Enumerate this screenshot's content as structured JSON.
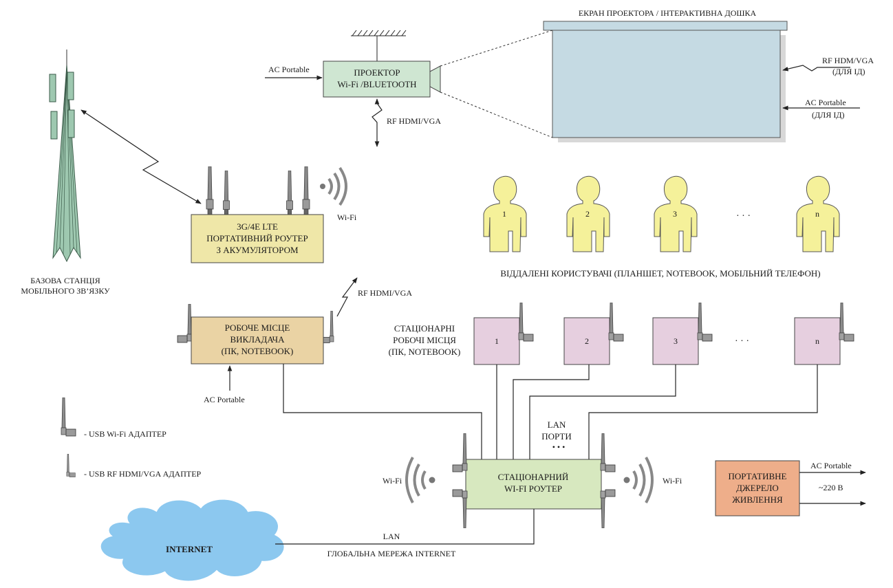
{
  "screen": {
    "title": "ЕКРАН  ПРОЕКТОРА / ІНТЕРАКТИВНА ДОШКА",
    "rf_label_1": "RF HDM/VGA",
    "rf_label_2": "(ДЛЯ ІД)",
    "ac_label_1": "AC Portable",
    "ac_label_2": "(ДЛЯ ІД)"
  },
  "projector": {
    "line1": "ПРОЕКТОР",
    "line2": "Wi-Fi /BLUETOOTH",
    "ac_input": "AC Portable",
    "rf_label": "RF HDMI/VGA"
  },
  "base_station": {
    "line1": "БАЗОВА СТАНЦІЯ",
    "line2": "МОБІЛЬНОГО ЗВ’ЯЗКУ"
  },
  "lte_router": {
    "line1": "3G/4E LTE",
    "line2": "ПОРТАТИВНИЙ РОУТЕР",
    "line3": "З АКУМУЛЯТОРОМ",
    "wifi": "Wi-Fi"
  },
  "remote_users": {
    "labels": [
      "1",
      "2",
      "3",
      "n"
    ],
    "dots": "·   ·   ·",
    "caption": "ВІДДАЛЕНІ КОРИСТУВАЧІ (ПЛАНШЕТ, NOTEBOOK, МОБІЛЬНИЙ ТЕЛЕФОН)"
  },
  "teacher": {
    "line1": "РОБОЧЕ МІСЦЕ",
    "line2": "ВИКЛАДАЧА",
    "line3": "(ПК, NOTEBOOK)",
    "rf_label": "RF HDMI/VGA",
    "ac_input": "AC Portable"
  },
  "stations": {
    "caption1": "СТАЦІОНАРНІ",
    "caption2": "РОБОЧІ МІСЦЯ",
    "caption3": "(ПК, NOTEBOOK)",
    "labels": [
      "1",
      "2",
      "3",
      "n"
    ],
    "dots": "·   ·   ·"
  },
  "legend": {
    "wifi_adapter": "- USB Wi-Fi АДАПТЕР",
    "rf_adapter": "- USB RF HDMI/VGA АДАПТЕР"
  },
  "router": {
    "line1": "СТАЦІОНАРНИЙ",
    "line2": "WI-FI РОУТЕР",
    "lan_ports_1": "LAN",
    "lan_ports_2": "ПОРТИ",
    "dots": "• • •",
    "wifi_left": "Wi-Fi",
    "wifi_right": "Wi-Fi"
  },
  "power": {
    "line1": "ПОРТАТИВНЕ",
    "line2": "ДЖЕРЕЛО",
    "line3": "ЖИВЛЕННЯ",
    "out1": "AC Portable",
    "out2": "~220 В"
  },
  "internet": {
    "label": "INTERNET",
    "lan": "LAN",
    "caption": "ГЛОБАЛЬНА МЕРЕЖА INTERNET"
  },
  "colors": {
    "screen": "#c5dae3",
    "projector": "#cfe6d2",
    "lte_router": "#efe7a8",
    "user": "#f5f19a",
    "teacher": "#ead3a4",
    "station": "#e6cfdf",
    "router": "#d7e8bf",
    "power": "#eeae8a",
    "cloud": "#8cc8ef",
    "tower": "#9ec8b0"
  }
}
